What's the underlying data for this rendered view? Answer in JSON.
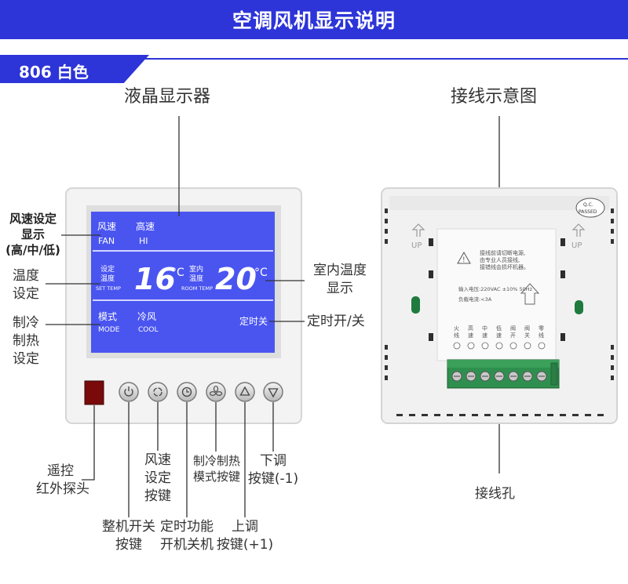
{
  "header": {
    "title": "空调风机显示说明"
  },
  "model": {
    "label": "806 白色"
  },
  "titles": {
    "lcd": "液晶显示器",
    "wiring": "接线示意图"
  },
  "lcd": {
    "fan_cn": "风速",
    "speed_cn": "高速",
    "fan_en": "FAN",
    "speed_en": "HI",
    "set_cn1": "设定",
    "set_cn2": "温度",
    "set_en": "SET TEMP",
    "set_value": "16",
    "unit": "°C",
    "room_cn1": "室内",
    "room_cn2": "温度",
    "room_en": "ROOM TEMP",
    "room_value": "20",
    "mode_cn": "模式",
    "mode_en": "MODE",
    "cool_cn": "冷风",
    "cool_en": "COOL",
    "timer_cn": "定时关"
  },
  "labels": {
    "fan_setting": [
      "风速设定",
      "显示",
      "(高/中/低)"
    ],
    "temp_setting": [
      "温度",
      "设定"
    ],
    "mode_setting": [
      "制冷",
      "制热",
      "设定"
    ],
    "room_temp": [
      "室内温度",
      "显示"
    ],
    "timer": "定时开/关",
    "remote": [
      "遥控",
      "红外探头"
    ],
    "power": [
      "整机开关",
      "按键"
    ],
    "fan_btn": [
      "风速",
      "设定",
      "按键"
    ],
    "timer_btn": [
      "定时功能",
      "开机关机"
    ],
    "mode_btn": [
      "制冷制热",
      "模式按键"
    ],
    "up_btn": [
      "上调",
      "按键(+1)"
    ],
    "down_btn": [
      "下调",
      "按键(-1)"
    ],
    "terminal": "接线孔"
  },
  "back": {
    "qc": "Q.C.",
    "passed": "PASSED",
    "up": "UP",
    "warning_lines": [
      "接线前请切断电源,",
      "由专业人员接线,",
      "接错线会损坏机器。"
    ],
    "spec_lines": [
      "输入电压:220VAC ±10% 50Hz",
      "负载电流:<3A"
    ],
    "terminal_labels": [
      "火线",
      "高速",
      "中速",
      "低速",
      "阀开",
      "阀关",
      "零线"
    ]
  },
  "colors": {
    "brand": "#2d34d8",
    "lcd": "#4a55f0",
    "panel": "#f2f2f2",
    "terminal": "#2f8f4e"
  }
}
